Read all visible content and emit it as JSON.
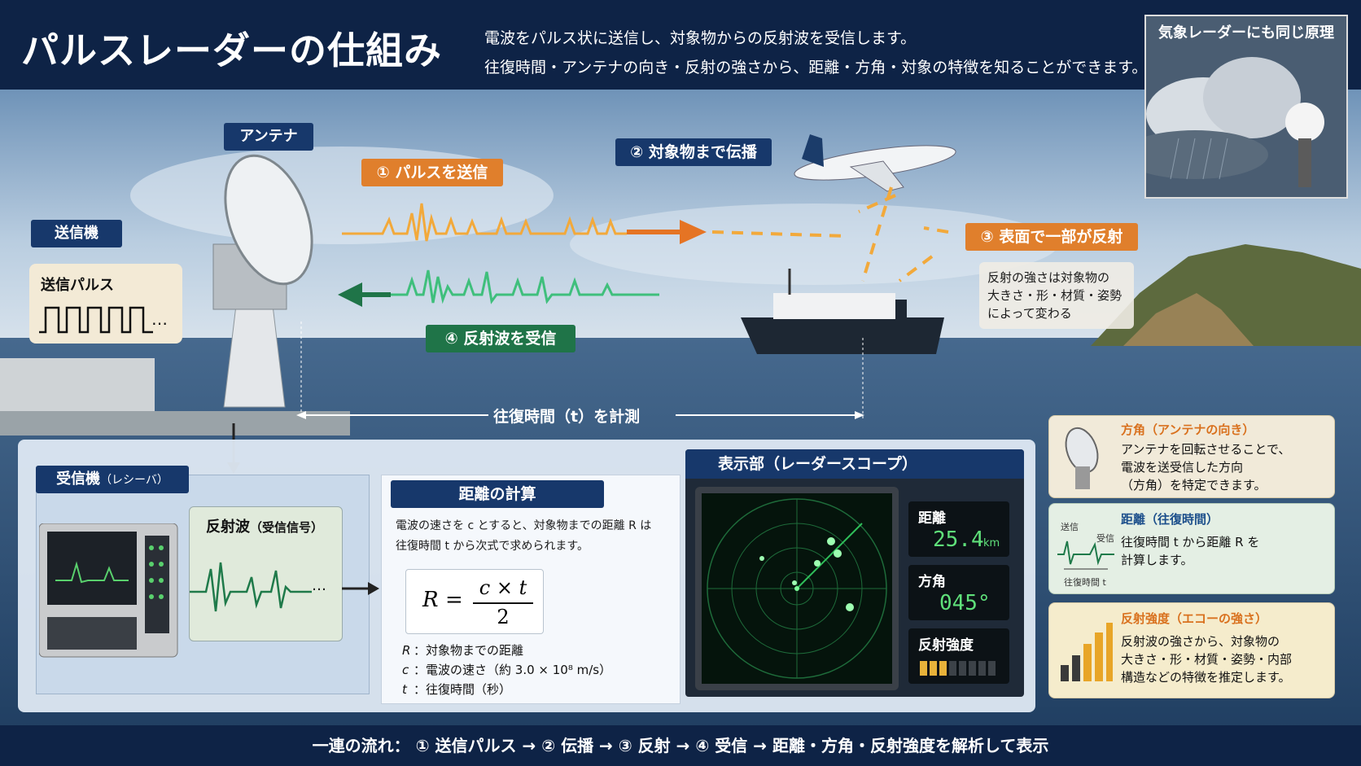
{
  "header": {
    "title": "パルスレーダーの仕組み",
    "subtitle_line1": "電波をパルス状に送信し、対象物からの反射波を受信します。",
    "subtitle_line2": "往復時間・アンテナの向き・反射の強さから、距離・方角・対象の特徴を知ることができます。"
  },
  "weather_inset": {
    "title": "気象レーダーにも同じ原理"
  },
  "labels": {
    "antenna": "アンテナ",
    "transmitter": "送信機",
    "tx_pulse": "送信パルス",
    "tx_pulse_dots": "…",
    "step1": "パルスを送信",
    "step1_num": "①",
    "step2": "対象物まで伝播",
    "step2_num": "②",
    "step3": "表面で一部が反射",
    "step3_num": "③",
    "step4": "反射波を受信",
    "step4_num": "④",
    "reflection_note": [
      "反射の強さは対象物の",
      "大きさ・形・材質・姿勢",
      "によって変わる"
    ],
    "round_trip": "往復時間（t）を計測"
  },
  "receiver": {
    "title": "受信機",
    "title_sub": "（レシーバ）",
    "echo_title": "反射波",
    "echo_title_sub": "（受信信号）",
    "echo_dots": "…"
  },
  "calc": {
    "title": "距離の計算",
    "text_line1": "電波の速さを c とすると、対象物までの距離 R は",
    "text_line2": "往復時間 t から次式で求められます。",
    "formula_lhs": "R",
    "formula_eq": "=",
    "formula_num": "c × t",
    "formula_den": "2",
    "legend": [
      {
        "sym": "R",
        "sep": "：",
        "desc": "対象物までの距離"
      },
      {
        "sym": "c",
        "sep": "：",
        "desc": "電波の速さ（約 3.0 × 10⁸ m/s）"
      },
      {
        "sym": "t",
        "sep": "：",
        "desc": "往復時間（秒）"
      }
    ]
  },
  "scope": {
    "title": "表示部（レーダースコープ）",
    "distance_label": "距離",
    "distance_value": "25.4",
    "distance_unit": "km",
    "bearing_label": "方角",
    "bearing_value": "045°",
    "strength_label": "反射強度",
    "strength_level": 0.4
  },
  "side": {
    "bearing": {
      "title": "方角（アンテナの向き）",
      "body": [
        "アンテナを回転させることで、",
        "電波を送受信した方向",
        "（方角）を特定できます。"
      ]
    },
    "distance": {
      "title": "距離（往復時間）",
      "body": [
        "往復時間 t から距離 R を",
        "計算します。"
      ],
      "mini_tx": "送信",
      "mini_rx": "受信",
      "mini_t": "往復時間 t"
    },
    "strength": {
      "title": "反射強度（エコーの強さ）",
      "body": [
        "反射波の強さから、対象物の",
        "大きさ・形・材質・姿勢・内部",
        "構造などの特徴を推定します。"
      ]
    }
  },
  "flow": {
    "text": "一連の流れ：  ①  送信パルス  →  ②  伝播  →  ③  反射  →  ④  受信  →  距離・方角・反射強度を解析して表示"
  },
  "colors": {
    "navy": "#17386b",
    "orange": "#e07f2c",
    "green": "#1f7448",
    "scope_green": "#5fe07a"
  }
}
